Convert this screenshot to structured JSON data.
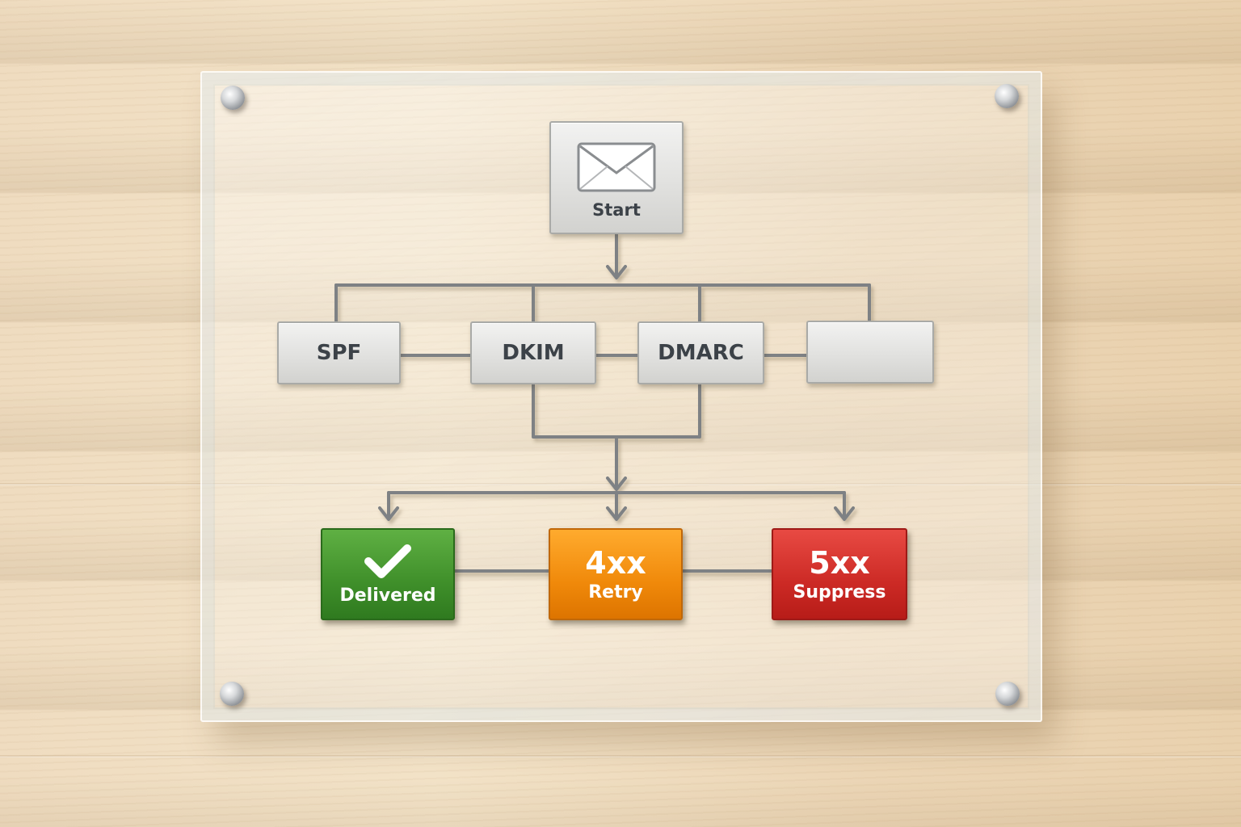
{
  "diagram": {
    "start": {
      "label": "Start",
      "icon": "envelope-icon"
    },
    "checks": [
      {
        "id": "spf",
        "label": "SPF"
      },
      {
        "id": "dkim",
        "label": "DKIM"
      },
      {
        "id": "dmarc",
        "label": "DMARC"
      },
      {
        "id": "blank",
        "label": ""
      }
    ],
    "outcomes": [
      {
        "id": "delivered",
        "icon": "checkmark-icon",
        "label": "Delivered",
        "color": "#3f8f2a"
      },
      {
        "id": "retry",
        "code": "4xx",
        "label": "Retry",
        "color": "#f0890a"
      },
      {
        "id": "suppress",
        "code": "5xx",
        "label": "Suppress",
        "color": "#cc2a25"
      }
    ]
  }
}
